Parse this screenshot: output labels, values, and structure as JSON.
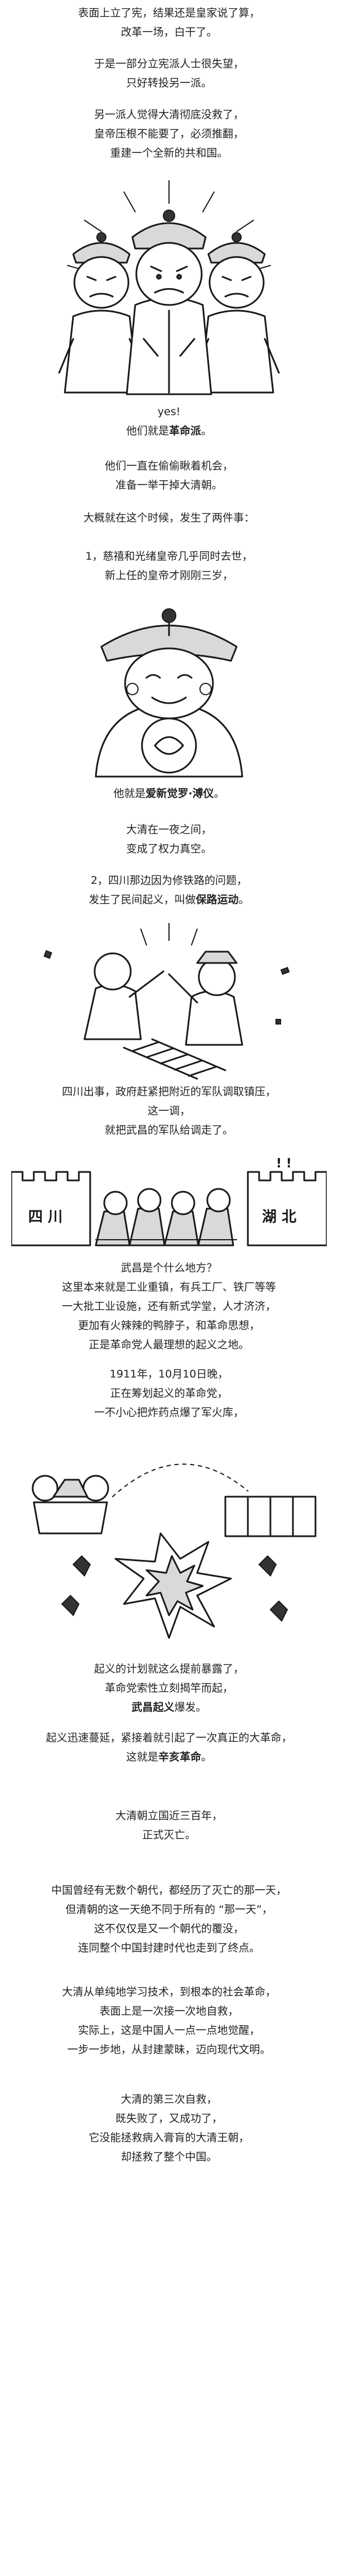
{
  "paragraphs": {
    "p1": [
      "表面上立了宪，结果还是皇家说了算，",
      "改革一场，白干了。"
    ],
    "p2": [
      "于是一部分立宪派人士很失望，",
      "只好转投另一派。"
    ],
    "p3": [
      "另一派人觉得大清彻底没救了，",
      "皇帝压根不能要了，必须推翻，",
      "重建一个全新的共和国。"
    ],
    "p4_yes": "yes!",
    "p4_line_pre": "他们就是",
    "p4_line_bold": "革命派",
    "p4_line_post": "。",
    "p5": [
      "他们一直在偷偷瞅着机会，",
      "准备一举干掉大清朝。"
    ],
    "p6": "大概就在这个时候，发生了两件事：",
    "p7": [
      "1，慈禧和光绪皇帝几乎同时去世，",
      "新上任的皇帝才刚刚三岁，"
    ],
    "p8_pre": "他就是",
    "p8_bold": "爱新觉罗·溥仪",
    "p8_post": "。",
    "p9": [
      "大清在一夜之间，",
      "变成了权力真空。"
    ],
    "p10_line1": "2，四川那边因为修铁路的问题，",
    "p10_line2_pre": "发生了民间起义，叫做",
    "p10_line2_bold": "保路运动",
    "p10_line2_post": "。",
    "p11": [
      "四川出事，政府赶紧把附近的军队调取镇压，",
      "这一调，",
      "就把武昌的军队给调走了。"
    ],
    "wall_left": "四 川",
    "wall_right": "湖 北",
    "p12": [
      "武昌是个什么地方？",
      "这里本来就是工业重镇，有兵工厂、铁厂等等",
      "一大批工业设施，还有新式学堂，人才济济，",
      "更加有火辣辣的鸭脖子，和革命思想，",
      "正是革命党人最理想的起义之地。"
    ],
    "p13": [
      "1911年，10月10日晚，",
      "正在筹划起义的革命党，",
      "一不小心把炸药点爆了军火库，"
    ],
    "p14": [
      "起义的计划就这么提前暴露了，",
      "革命党索性立刻揭竿而起，"
    ],
    "p14_bold": "武昌起义",
    "p14_post": "爆发。",
    "p15": [
      "起义迅速蔓延，紧接着就引起了一次真正的大革命，"
    ],
    "p15_pre": "这就是",
    "p15_bold": "辛亥革命",
    "p15_post": "。",
    "p16": [
      "大清朝立国近三百年，",
      "正式灭亡。"
    ],
    "p17": [
      "中国曾经有无数个朝代，都经历了灭亡的那一天，",
      "但清朝的这一天绝不同于所有的 “那一天”，",
      "这不仅仅是又一个朝代的覆没，",
      "连同整个中国封建时代也走到了终点。"
    ],
    "p18": [
      "大清从单纯地学习技术，到根本的社会革命，",
      "表面上是一次接一次地自救，",
      "实际上，这是中国人一点一点地觉醒，",
      "一步一步地，从封建蒙昧，迈向现代文明。"
    ],
    "p19": [
      "大清的第三次自救，",
      "既失败了，又成功了，",
      "它没能拯救病入膏肓的大清王朝，",
      "却拯救了整个中国。"
    ],
    "colors": {
      "text": "#222222",
      "ink": "#1a1a1a",
      "background": "#ffffff"
    },
    "icons": [
      "officials-illustration",
      "emperor-puyi-illustration",
      "railway-fight-illustration",
      "city-wall-troops-illustration",
      "arsenal-explosion-illustration"
    ]
  }
}
